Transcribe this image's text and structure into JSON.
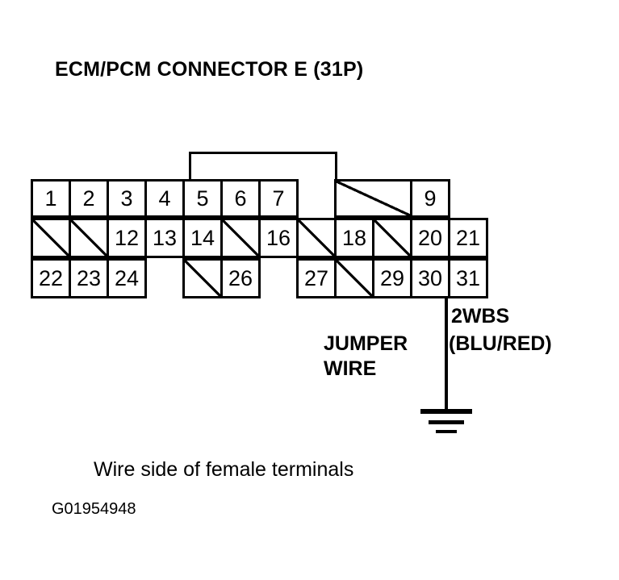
{
  "title": "ECM/PCM CONNECTOR E (31P)",
  "connector": {
    "rows": [
      {
        "name": "top-row",
        "cells": [
          {
            "label": "1",
            "slashed": false,
            "blank": false
          },
          {
            "label": "2",
            "slashed": false,
            "blank": false
          },
          {
            "label": "3",
            "slashed": false,
            "blank": false
          },
          {
            "label": "4",
            "slashed": false,
            "blank": false
          },
          {
            "label": "5",
            "slashed": false,
            "blank": false
          },
          {
            "label": "6",
            "slashed": false,
            "blank": false
          },
          {
            "label": "7",
            "slashed": false,
            "blank": false
          },
          {
            "label": "",
            "slashed": false,
            "blank": true
          },
          {
            "label": "",
            "slashed": true,
            "blank": false
          },
          {
            "label": "9",
            "slashed": false,
            "blank": false
          }
        ]
      },
      {
        "name": "middle-row",
        "cells": [
          {
            "label": "",
            "slashed": true,
            "blank": false
          },
          {
            "label": "",
            "slashed": true,
            "blank": false
          },
          {
            "label": "12",
            "slashed": false,
            "blank": false
          },
          {
            "label": "13",
            "slashed": false,
            "blank": false
          },
          {
            "label": "14",
            "slashed": false,
            "blank": false
          },
          {
            "label": "",
            "slashed": true,
            "blank": false
          },
          {
            "label": "16",
            "slashed": false,
            "blank": false
          },
          {
            "label": "",
            "slashed": true,
            "blank": false
          },
          {
            "label": "18",
            "slashed": false,
            "blank": false
          },
          {
            "label": "",
            "slashed": true,
            "blank": false
          },
          {
            "label": "20",
            "slashed": false,
            "blank": false
          },
          {
            "label": "21",
            "slashed": false,
            "blank": false
          }
        ]
      },
      {
        "name": "bottom-row",
        "cells": [
          {
            "label": "22",
            "slashed": false,
            "blank": false
          },
          {
            "label": "23",
            "slashed": false,
            "blank": false
          },
          {
            "label": "24",
            "slashed": false,
            "blank": false
          },
          {
            "label": "",
            "slashed": false,
            "blank": true
          },
          {
            "label": "",
            "slashed": true,
            "blank": false
          },
          {
            "label": "26",
            "slashed": false,
            "blank": false
          },
          {
            "label": "",
            "slashed": false,
            "blank": true
          },
          {
            "label": "27",
            "slashed": false,
            "blank": false
          },
          {
            "label": "",
            "slashed": true,
            "blank": false
          },
          {
            "label": "29",
            "slashed": false,
            "blank": false
          },
          {
            "label": "30",
            "slashed": false,
            "blank": false
          },
          {
            "label": "31",
            "slashed": false,
            "blank": false
          }
        ]
      }
    ]
  },
  "annotations": {
    "wire_code": "2WBS",
    "wire_color": "(BLU/RED)",
    "jumper_line1": "JUMPER",
    "jumper_line2": "WIRE"
  },
  "caption": "Wire side of female terminals",
  "figure_id": "G01954948",
  "colors": {
    "ink": "#000000",
    "background": "#ffffff"
  }
}
